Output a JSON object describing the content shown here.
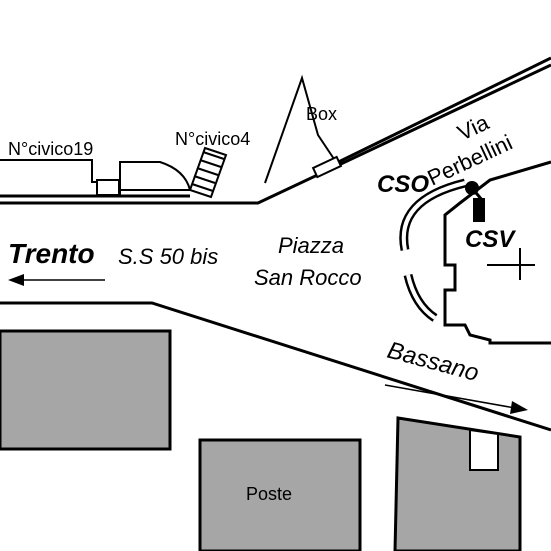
{
  "labels": {
    "civico19": "N°civico19",
    "civico4": "N°civico4",
    "box": "Box",
    "via": "Via",
    "perbellini": "Perbellini",
    "cso": "CSO",
    "csv": "CSV",
    "trento": "Trento",
    "ss50bis": "S.S 50 bis",
    "piazza": "Piazza",
    "san_rocco": "San Rocco",
    "bassano": "Bassano",
    "poste": "Poste"
  },
  "colors": {
    "ink": "#000000",
    "building_fill": "#a6a6a6",
    "background": "#ffffff"
  }
}
